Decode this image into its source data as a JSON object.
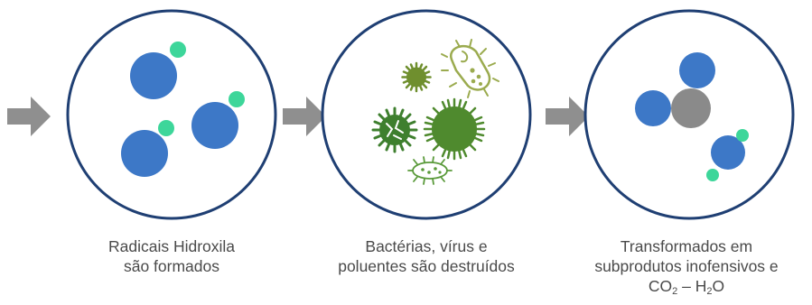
{
  "stages": [
    {
      "caption_lines": [
        "Radicais Hidroxila",
        "são formados"
      ]
    },
    {
      "caption_lines": [
        "Bactérias, vírus e",
        "poluentes são destruídos"
      ]
    },
    {
      "caption_lines": [
        "Transformados em",
        "subprodutos inofensivos e"
      ],
      "formula": {
        "co_left": "CO",
        "co_sub": "2",
        "dash": " – ",
        "h_left": "H",
        "h_sub": "2",
        "o_right": "O"
      }
    }
  ],
  "icons": {
    "arrow": "right-arrow-icon",
    "molecule": "hydroxyl-radical-icon",
    "virus": "virus-icon",
    "bacterium": "bacterium-icon"
  },
  "colors": {
    "circle_border": "#1f3f73",
    "molecule_blue": "#3d78c7",
    "radical_green": "#3dd69a",
    "carbon_gray": "#8a8a8a",
    "arrow_gray": "#8f8f8f",
    "virus_dark_green": "#3e7f2e",
    "virus_olive": "#6f8f2e",
    "bacterium_outline": "#9bab4f",
    "caption_text": "#4a4a4a"
  }
}
